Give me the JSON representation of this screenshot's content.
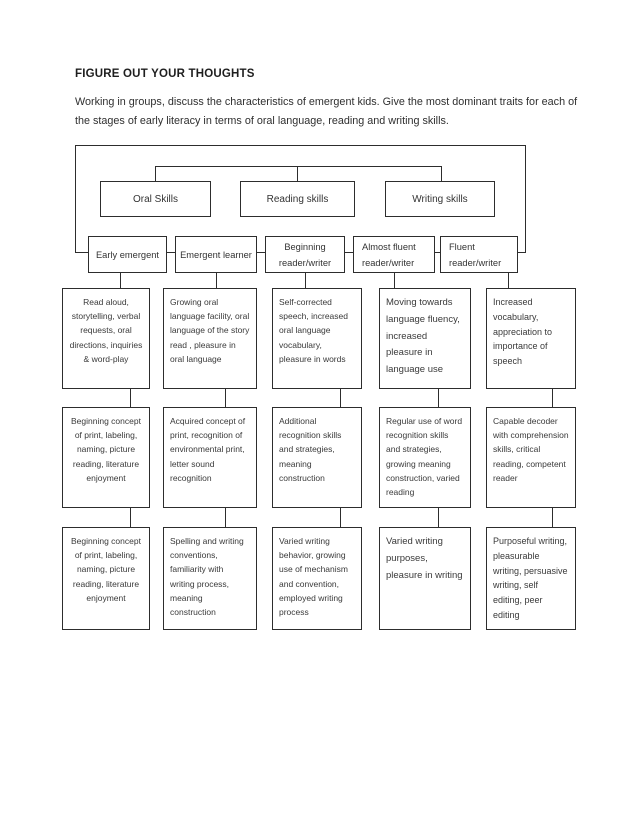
{
  "page": {
    "title": "FIGURE OUT YOUR THOUGHTS",
    "instructions": "Working in groups, discuss the characteristics of emergent kids. Give the most dominant traits for each of the stages of early literacy in terms of oral language, reading and writing skills."
  },
  "palette": {
    "ink": "#2d2d2d",
    "text": "#3a3a3a",
    "background": "#ffffff"
  },
  "diagram": {
    "skill_headers": [
      {
        "label": "Oral Skills"
      },
      {
        "label": "Reading skills"
      },
      {
        "label": "Writing skills"
      }
    ],
    "stages": [
      {
        "label": "Early emergent",
        "oral": "Read aloud, storytelling, verbal requests, oral directions, inquiries & word-play",
        "reading": "Beginning concept of print, labeling, naming, picture reading, literature enjoyment",
        "writing": "Beginning concept of print, labeling, naming, picture reading, literature enjoyment"
      },
      {
        "label": "Emergent learner",
        "oral": "Growing oral language facility, oral language of the story read , pleasure in oral language",
        "reading": "Acquired concept of print, recognition of environmental print, letter sound recognition",
        "writing": "Spelling and writing conventions, familiarity with writing process, meaning construction"
      },
      {
        "label": "Beginning reader/writer",
        "oral": "Self-corrected speech, increased oral language vocabulary, pleasure in words",
        "reading": "Additional recognition skills and strategies, meaning construction",
        "writing": "Varied writing behavior, growing use of mechanism and convention, employed writing process"
      },
      {
        "label": "Almost fluent reader/writer",
        "oral": "Moving towards language fluency, increased pleasure in language use",
        "reading": "Regular use of word recognition skills and strategies, growing meaning construction, varied reading",
        "writing": "Varied writing purposes, pleasure in writing"
      },
      {
        "label": "Fluent reader/writer",
        "oral": "Increased vocabulary, appreciation to importance of speech",
        "reading": "Capable decoder with comprehension skills, critical reading, competent reader",
        "writing": "Purposeful writing, pleasurable writing, persuasive writing, self editing, peer editing"
      }
    ]
  }
}
